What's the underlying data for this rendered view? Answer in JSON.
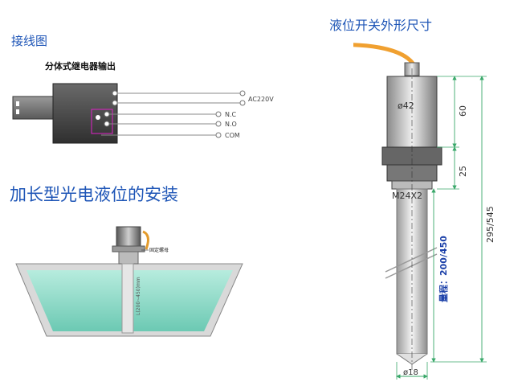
{
  "titles": {
    "wiring": "接线图",
    "installation": "加长型光电液位的安装",
    "dimensions": "液位开关外形尺寸"
  },
  "wiring": {
    "relay_label": "分体式继电器输出",
    "terminals": [
      "AC220V",
      "N.C",
      "N.O",
      "COM"
    ]
  },
  "installation": {
    "callout": "固定螺母",
    "range_text": "L(200~450)mm"
  },
  "dimensions": {
    "body_diameter": "ø42",
    "thread": "M24X2",
    "rod_diameter": "ø18",
    "head_height": "60",
    "thread_height": "25",
    "total_length": "295/545",
    "range_label": "量程：200/450"
  },
  "colors": {
    "title_blue": "#1f56b7",
    "water": "#8fd9c6",
    "relay_body": "#4a4a4a",
    "cable_orange": "#f0a030"
  }
}
